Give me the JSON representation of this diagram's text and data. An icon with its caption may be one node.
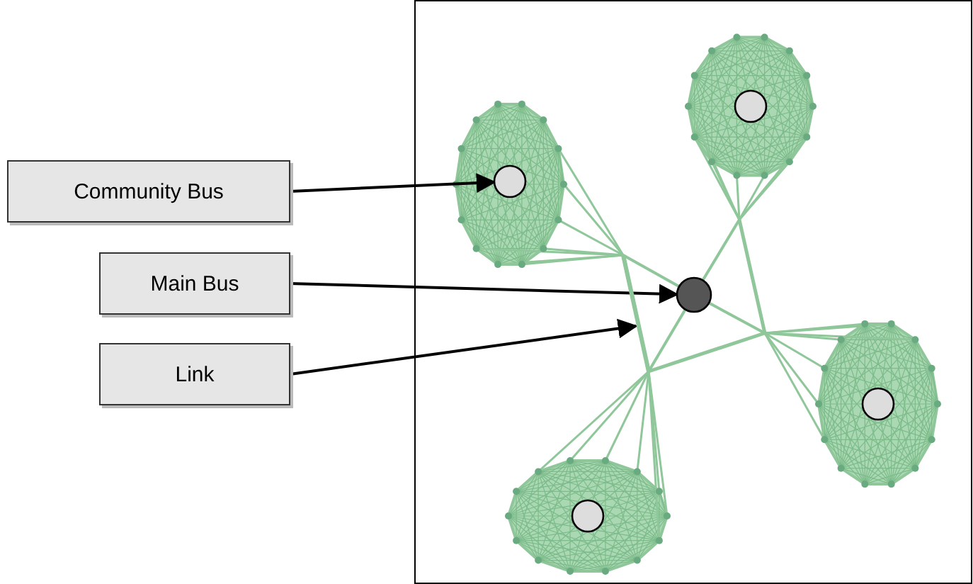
{
  "diagram": {
    "nodes": [
      {
        "text": [
          "Community Bus"
        ]
      },
      {
        "text": [
          "Main Bus"
        ]
      },
      {
        "text": [
          "Link"
        ]
      },
      {
        "text": [],
        "shape": "circle"
      },
      {
        "text": [],
        "shape": "circle"
      },
      {
        "text": [],
        "shape": "line"
      }
    ],
    "edges": [
      {
        "from": 0,
        "to": 3,
        "arrow": "to"
      },
      {
        "from": 1,
        "to": 4,
        "arrow": "to"
      },
      {
        "from": 2,
        "to": 5,
        "arrow": "to"
      }
    ]
  }
}
